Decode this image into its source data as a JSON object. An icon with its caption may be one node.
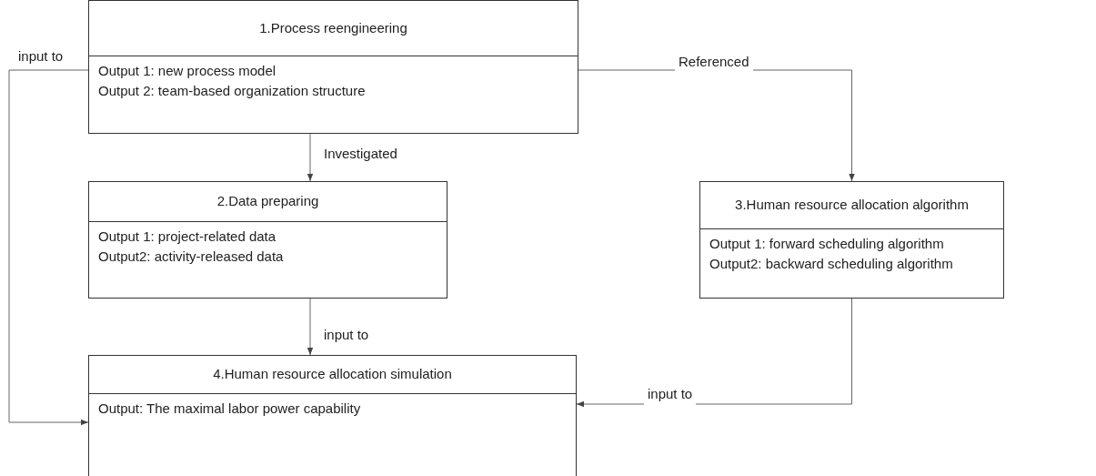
{
  "diagram": {
    "nodes": [
      {
        "text": [
          "1.Process reengineering",
          "Output 1: new process model",
          "Output 2: team-based organization structure"
        ]
      },
      {
        "text": [
          "2.Data preparing",
          "Output 1: project-related data",
          "Output2: activity-released data"
        ]
      },
      {
        "text": [
          "3.Human resource allocation algorithm",
          "Output 1: forward scheduling algorithm",
          "Output2: backward scheduling algorithm"
        ]
      },
      {
        "text": [
          "4.Human resource allocation simulation",
          "Output: The maximal labor power capability"
        ]
      }
    ],
    "edges": [
      {
        "from": 0,
        "to": 1,
        "arrow": "to",
        "label": "Investigated"
      },
      {
        "from": 0,
        "to": 2,
        "arrow": "to",
        "label": "Referenced"
      },
      {
        "from": 0,
        "to": 3,
        "arrow": "to",
        "label": "input to"
      },
      {
        "from": 1,
        "to": 3,
        "arrow": "to",
        "label": "input to"
      },
      {
        "from": 2,
        "to": 3,
        "arrow": "to",
        "label": "input to"
      }
    ]
  }
}
